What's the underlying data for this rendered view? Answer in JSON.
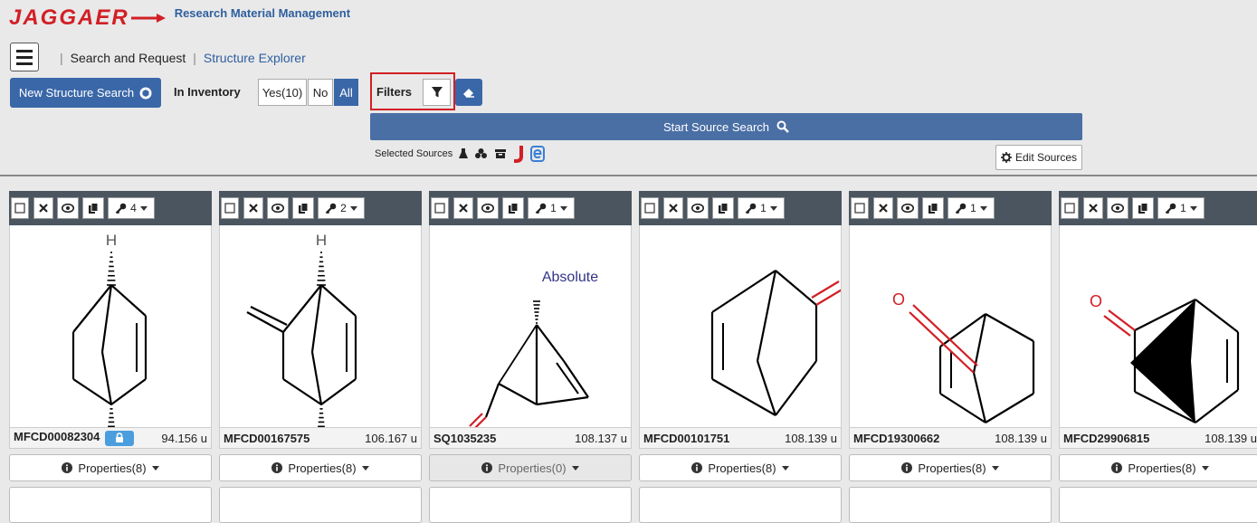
{
  "header": {
    "logo_text": "JAGGAER",
    "app_title": "Research Material Management",
    "brand_color": "#d21f26",
    "accent_color": "#3a67a8"
  },
  "breadcrumb": {
    "item1": "Search and Request",
    "sep": "|",
    "item2": "Structure Explorer"
  },
  "toolbar": {
    "new_search_label": "New Structure Search",
    "in_inventory_label": "In Inventory",
    "inventory_options": [
      "Yes(10)",
      "No",
      "All"
    ],
    "inventory_selected": "All",
    "filters_label": "Filters",
    "start_search_label": "Start Source Search",
    "selected_sources_label": "Selected Sources",
    "edit_sources_label": "Edit Sources"
  },
  "cards": [
    {
      "id": "MFCD00082304",
      "mass": "94.156 u",
      "count": "4",
      "props": "Properties(8)",
      "locked": true
    },
    {
      "id": "MFCD00167575",
      "mass": "106.167 u",
      "count": "2",
      "props": "Properties(8)",
      "locked": false
    },
    {
      "id": "SQ1035235",
      "mass": "108.137 u",
      "count": "1",
      "props": "Properties(0)",
      "locked": false,
      "annotation": "Absolute"
    },
    {
      "id": "MFCD00101751",
      "mass": "108.139 u",
      "count": "1",
      "props": "Properties(8)",
      "locked": false
    },
    {
      "id": "MFCD19300662",
      "mass": "108.139 u",
      "count": "1",
      "props": "Properties(8)",
      "locked": false
    },
    {
      "id": "MFCD29906815",
      "mass": "108.139 u",
      "count": "1",
      "props": "Properties(8)",
      "locked": false
    }
  ],
  "atoms": {
    "h": "H",
    "o": "O"
  }
}
